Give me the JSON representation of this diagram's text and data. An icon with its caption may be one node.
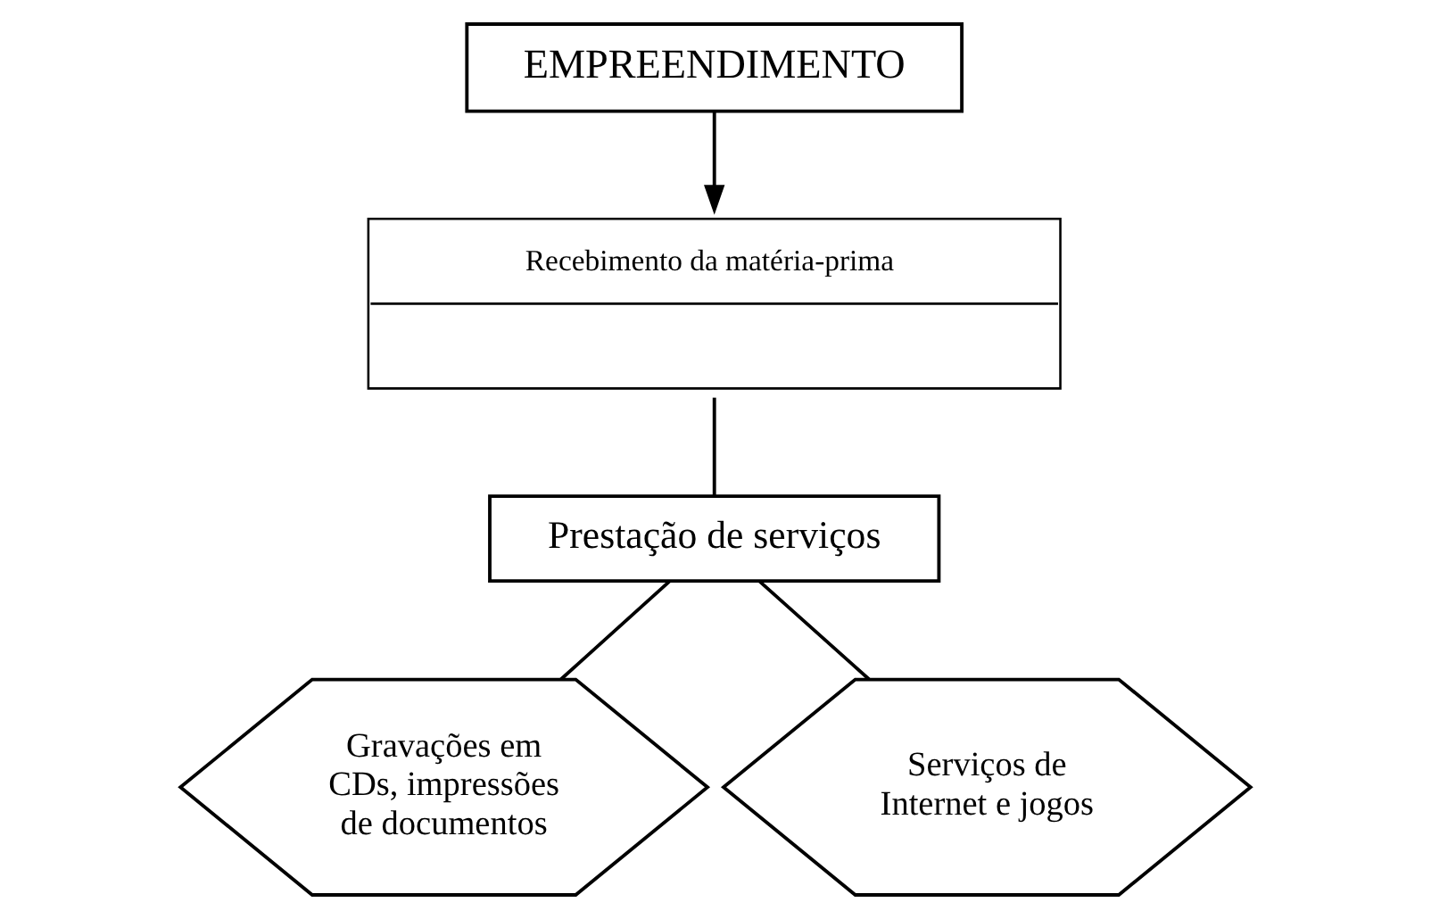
{
  "diagram": {
    "nodes": [
      {
        "text": [
          "EMPREENDIMENTO"
        ]
      },
      {
        "text": [
          "Recebimento da matéria-prima"
        ]
      },
      {
        "text": [
          "Prestação de serviços"
        ]
      },
      {
        "text": [
          "Gravações em CDs, impressões de documentos"
        ]
      },
      {
        "text": [
          "Serviços de Internet e jogos"
        ]
      }
    ],
    "edges": [
      {
        "from": 0,
        "to": 1,
        "arrow": "to"
      },
      {
        "from": 1,
        "to": 2,
        "arrow": "none"
      },
      {
        "from": 2,
        "to": 3,
        "arrow": "none"
      },
      {
        "from": 2,
        "to": 4,
        "arrow": "none"
      }
    ]
  }
}
